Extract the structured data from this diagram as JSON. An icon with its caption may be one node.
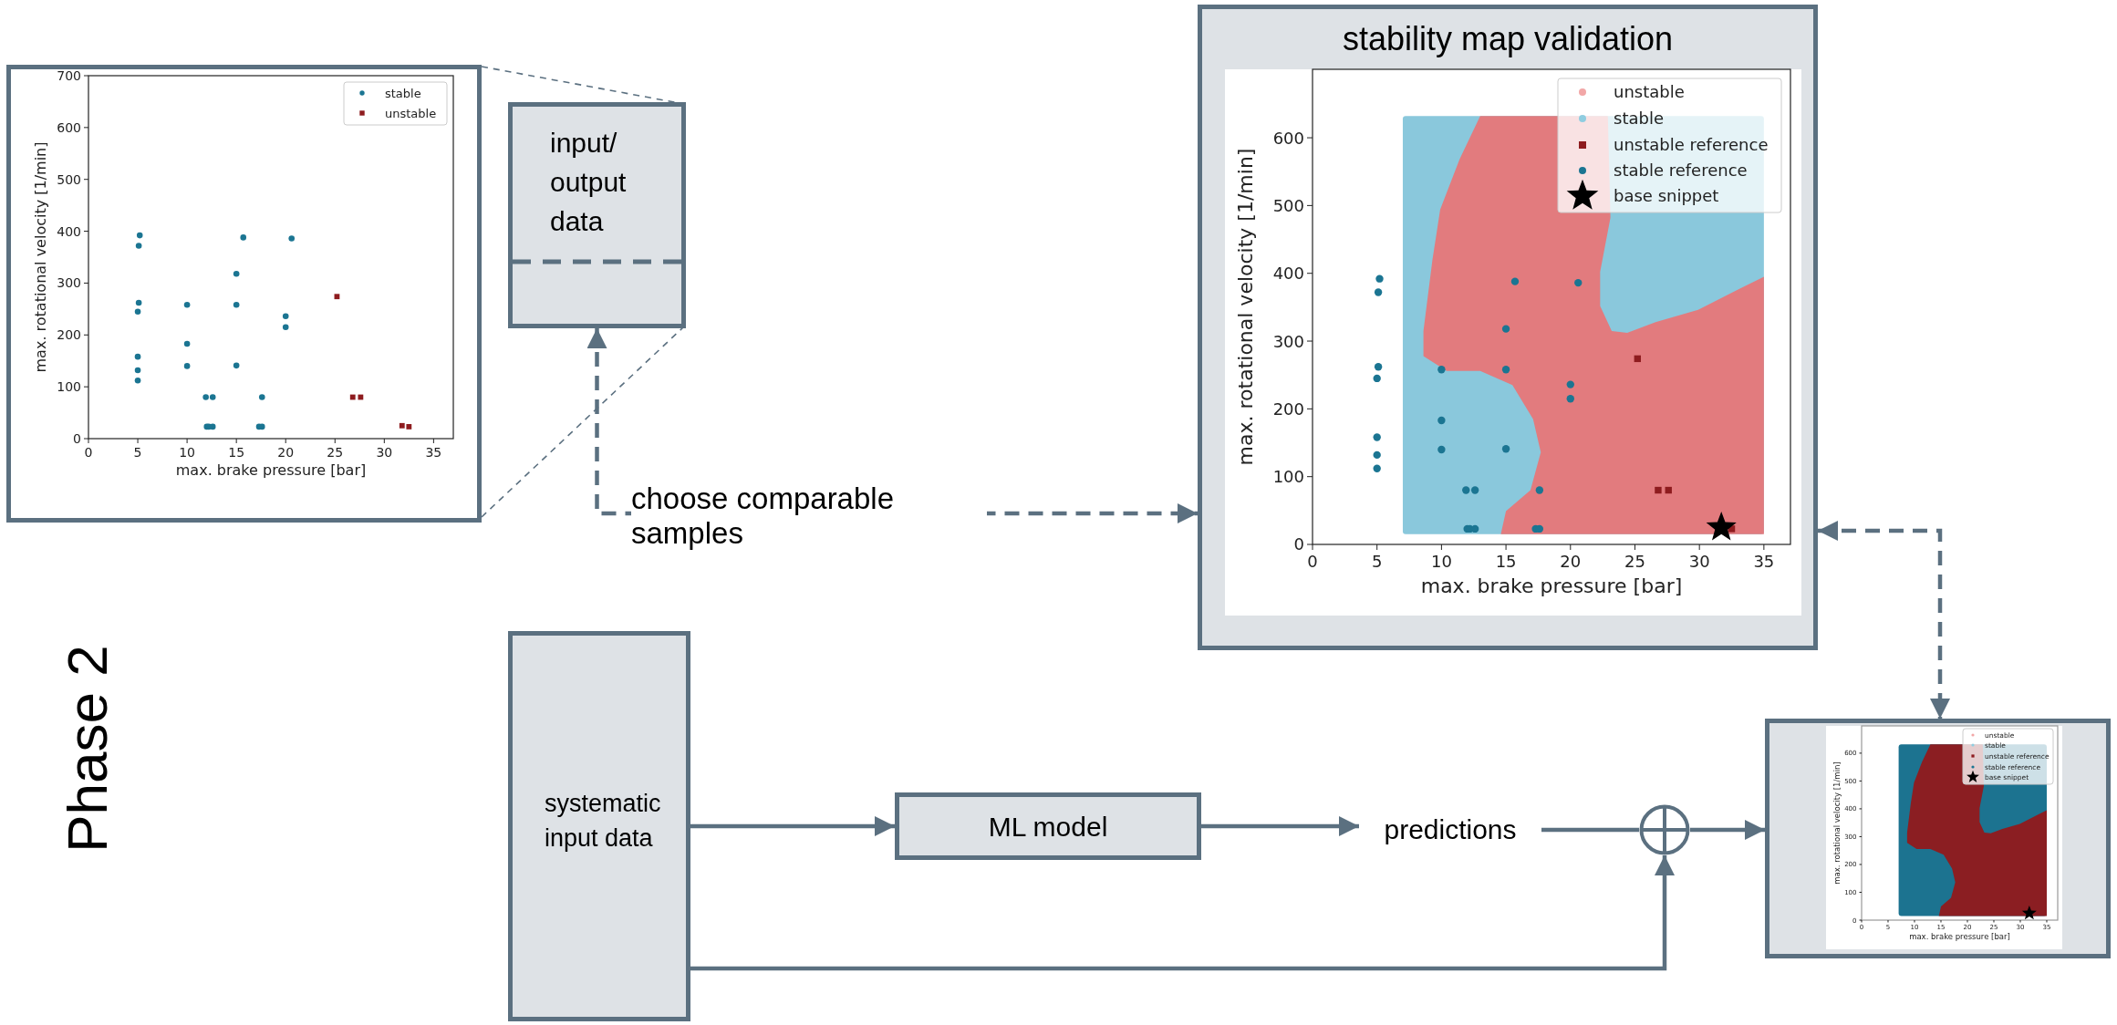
{
  "diagram": {
    "nodes": [
      {
        "text": [],
        "shape": "picture"
      },
      {
        "text": [
          "input/ output data"
        ]
      },
      {
        "text": [
          "stability map validation"
        ]
      },
      {
        "text": [
          "systematic input data"
        ]
      },
      {
        "text": [
          "ML model"
        ]
      },
      {
        "text": [
          "predictions"
        ]
      },
      {
        "text": [],
        "shape": "circle"
      },
      {
        "text": [],
        "shape": "picture"
      }
    ],
    "edges": [
      {
        "from": 0,
        "to": 1,
        "arrow": "none",
        "style": "dashed"
      },
      {
        "from": 0,
        "to": 1,
        "arrow": "none",
        "style": "dashed"
      },
      {
        "from": 1,
        "to": 2,
        "arrow": "both",
        "style": "dashed",
        "label": "choose comparable samples"
      },
      {
        "from": 2,
        "to": 7,
        "arrow": "both",
        "style": "dashed"
      },
      {
        "from": 3,
        "to": 4,
        "arrow": "to"
      },
      {
        "from": 4,
        "to": 5,
        "arrow": "to"
      },
      {
        "from": 5,
        "to": 6,
        "arrow": "none"
      },
      {
        "from": 3,
        "to": 6,
        "arrow": "to"
      },
      {
        "from": 6,
        "to": 7,
        "arrow": "to"
      }
    ],
    "labels": [
      "700",
      "600",
      "500",
      "400",
      "300",
      "200",
      "100",
      "0",
      "max. rotational velocity [1/min]",
      "0",
      "5",
      "10",
      "15",
      "20",
      "25",
      "30",
      "35",
      "max. brake pressure [bar]",
      "600",
      "500",
      "400",
      "300",
      "200",
      "100",
      "0",
      "max. rotational velocity [1/min]",
      "0",
      "5",
      "10",
      "15",
      "20",
      "25",
      "30",
      "35",
      "max. brake pressure [bar]",
      "Phase 2",
      "600",
      "500",
      "400",
      "300",
      "200",
      "100",
      "0",
      "max. rotational velocity [1/min]",
      "0",
      "5",
      "10",
      "15",
      "20",
      "25",
      "30",
      "35",
      "max. brake pressure [bar]"
    ],
    "legend": [
      {
        "text": "stable"
      },
      {
        "text": "unstable"
      },
      {
        "text": "unstable"
      },
      {
        "text": "stable"
      },
      {
        "text": "unstable reference"
      },
      {
        "text": "stable reference"
      },
      {
        "text": "base snippet"
      },
      {
        "text": "unstable"
      },
      {
        "text": "stable"
      },
      {
        "text": "unstable reference"
      },
      {
        "text": "stable reference"
      },
      {
        "text": "base snippet"
      }
    ]
  }
}
